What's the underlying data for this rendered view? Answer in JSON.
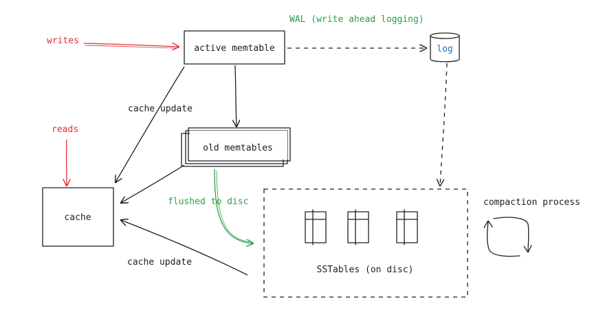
{
  "labels": {
    "writes": "writes",
    "reads": "reads",
    "wal": "WAL (write ahead logging)",
    "log": "log",
    "active_memtable": "active memtable",
    "old_memtables": "old memtables",
    "cache": "cache",
    "cache_update_top": "cache update",
    "cache_update_bottom": "cache update",
    "flushed_to_disc": "flushed to disc",
    "sstables": "SSTables (on disc)",
    "compaction": "compaction process"
  },
  "colors": {
    "ink": "#1e1e1e",
    "red": "#e03131",
    "green": "#2f9e44",
    "blue": "#1971c2"
  }
}
